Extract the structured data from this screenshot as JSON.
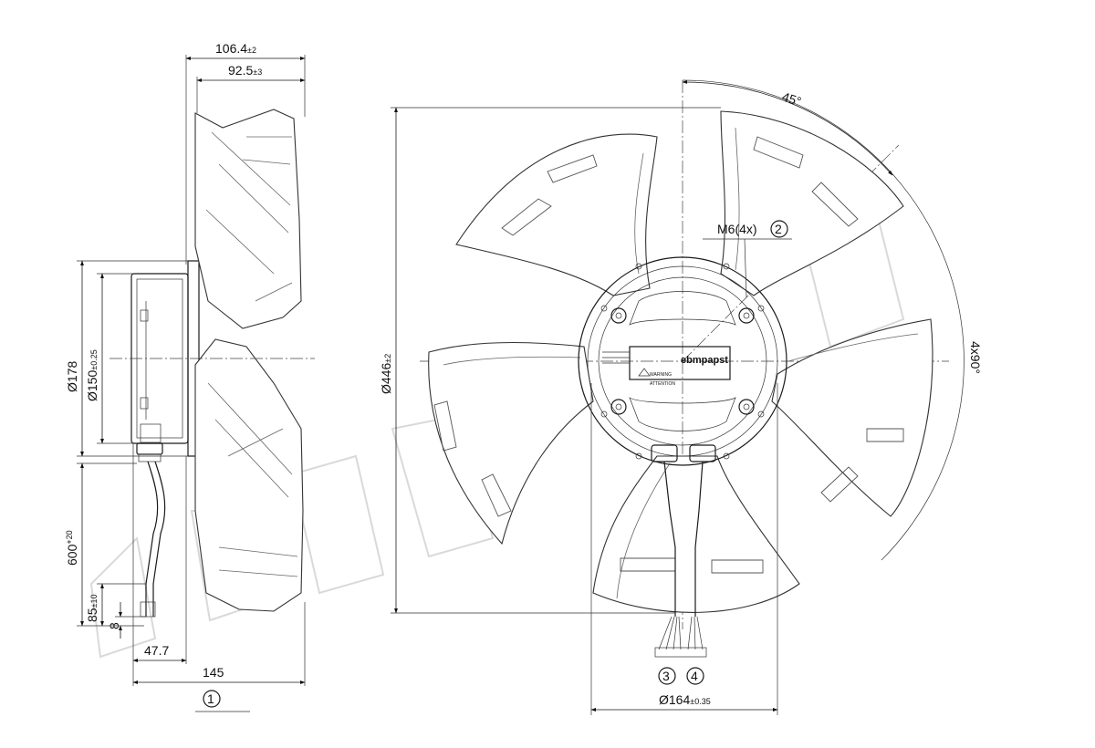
{
  "side_view": {
    "dim_overall_depth": {
      "value": "106.4",
      "tol": "±2"
    },
    "dim_blade_depth": {
      "value": "92.5",
      "tol": "±3"
    },
    "dim_flange_dia": {
      "value": "Ø178"
    },
    "dim_bore_dia": {
      "value": "Ø150",
      "tol": "±0.25"
    },
    "dim_cable_length": {
      "value": "600",
      "tol": "+20"
    },
    "dim_strip_length": {
      "value": "85",
      "tol": "±10"
    },
    "dim_end_length": {
      "value": "8"
    },
    "dim_offset": {
      "value": "47.7"
    },
    "dim_total": {
      "value": "145"
    },
    "callout_1": "1"
  },
  "front_view": {
    "dim_outer_dia": {
      "value": "Ø446",
      "tol": "±2"
    },
    "dim_hub_dia": {
      "value": "Ø164",
      "tol": "±0.35"
    },
    "angle_label": "45°",
    "pattern_label": "4x90°",
    "thread_label": "M6(4x)",
    "callout_2": "2",
    "callout_3": "3",
    "callout_4": "4",
    "label_brand": "ebmpapst",
    "label_warning": "WARNING",
    "label_attention": "ATTENTION"
  }
}
